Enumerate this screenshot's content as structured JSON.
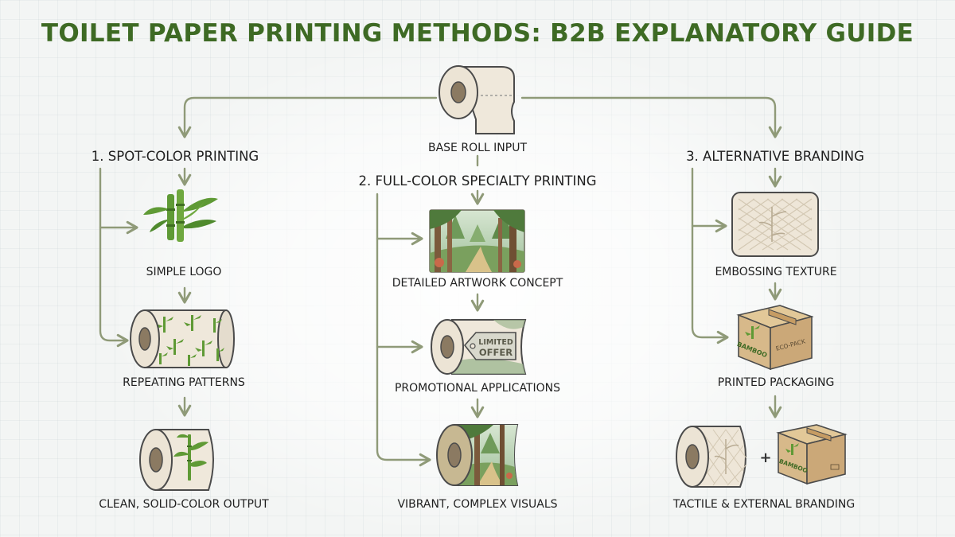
{
  "title": "TOILET PAPER PRINTING METHODS: B2B EXPLANATORY GUIDE",
  "root": {
    "label": "BASE ROLL INPUT",
    "icon": "toilet-roll-icon"
  },
  "branches": [
    {
      "header": "1. SPOT-COLOR PRINTING",
      "steps": [
        {
          "label": "SIMPLE LOGO",
          "icon": "bamboo-logo-icon"
        },
        {
          "label": "REPEATING PATTERNS",
          "icon": "patterned-roll-icon"
        },
        {
          "label": "CLEAN, SOLID-COLOR OUTPUT",
          "icon": "single-logo-roll-icon"
        }
      ]
    },
    {
      "header": "2. FULL-COLOR SPECIALTY PRINTING",
      "steps": [
        {
          "label": "DETAILED ARTWORK CONCEPT",
          "icon": "forest-artwork-icon"
        },
        {
          "label": "PROMOTIONAL APPLICATIONS",
          "icon": "promo-roll-icon",
          "tag": [
            "LIMITED",
            "OFFER"
          ]
        },
        {
          "label": "VIBRANT, COMPLEX VISUALS",
          "icon": "forest-roll-icon"
        }
      ]
    },
    {
      "header": "3. ALTERNATIVE BRANDING",
      "steps": [
        {
          "label": "EMBOSSING TEXTURE",
          "icon": "embossed-sheet-icon"
        },
        {
          "label": "PRINTED PACKAGING",
          "icon": "box-icon",
          "box_text": [
            "BAMBOO",
            "ECO-PACK"
          ]
        },
        {
          "label": "TACTILE & EXTERNAL BRANDING",
          "icon": "roll-plus-box-icon",
          "plus": "+",
          "box_text": [
            "BAMBOO"
          ]
        }
      ]
    }
  ],
  "colors": {
    "title": "#3e6a24",
    "connector": "#8f9a78",
    "bamboo": "#5f9a35",
    "paper": "#eee6d8",
    "cardboard": "#d7b98a"
  }
}
